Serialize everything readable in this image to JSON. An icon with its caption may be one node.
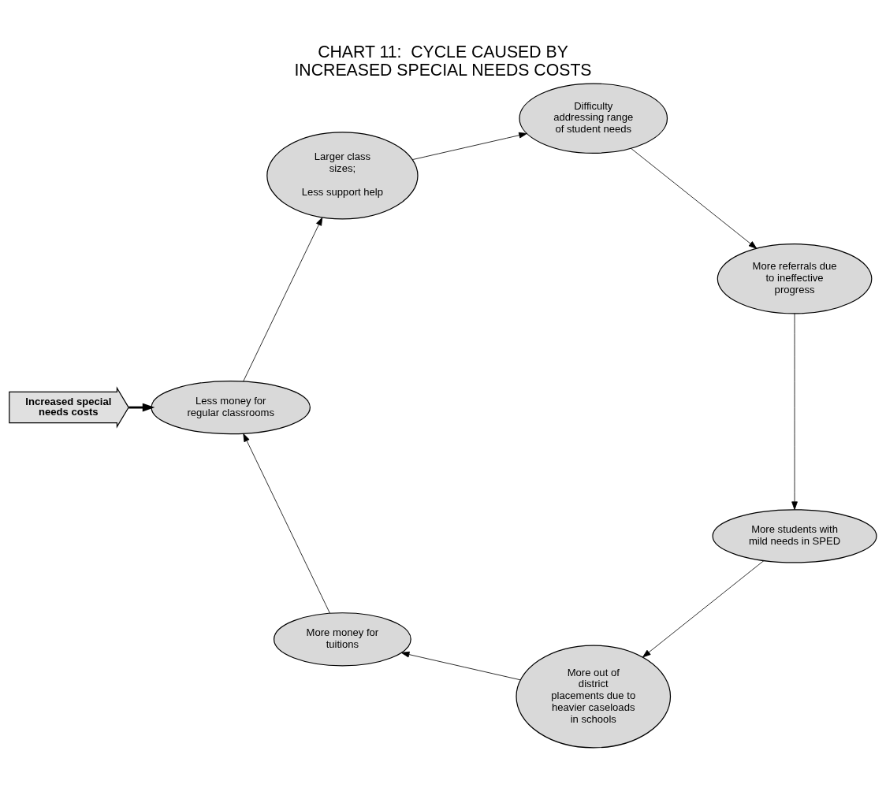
{
  "diagram": {
    "title": "CHART 11:  CYCLE CAUSED BY INCREASED SPECIAL NEEDS COSTS",
    "nodes": [
      {
        "text": [
          "Increased special needs costs"
        ]
      },
      {
        "text": [
          "Less money for regular classrooms"
        ]
      },
      {
        "text": [
          "Larger class sizes;",
          "Less support help"
        ]
      },
      {
        "text": [
          "Difficulty addressing range of student needs"
        ]
      },
      {
        "text": [
          "More referrals due to ineffective progress"
        ]
      },
      {
        "text": [
          "More students with mild needs in SPED"
        ]
      },
      {
        "text": [
          "More out of district placements due to heavier caseloads in schools"
        ]
      },
      {
        "text": [
          "More money for tuitions"
        ]
      }
    ],
    "edges": [
      {
        "from": 0,
        "to": 1,
        "arrow": "to",
        "style": "thick"
      },
      {
        "from": 1,
        "to": 2,
        "arrow": "to"
      },
      {
        "from": 2,
        "to": 3,
        "arrow": "to"
      },
      {
        "from": 3,
        "to": 4,
        "arrow": "to"
      },
      {
        "from": 4,
        "to": 5,
        "arrow": "to"
      },
      {
        "from": 5,
        "to": 6,
        "arrow": "to"
      },
      {
        "from": 6,
        "to": 7,
        "arrow": "to"
      },
      {
        "from": 7,
        "to": 1,
        "arrow": "to"
      }
    ]
  }
}
